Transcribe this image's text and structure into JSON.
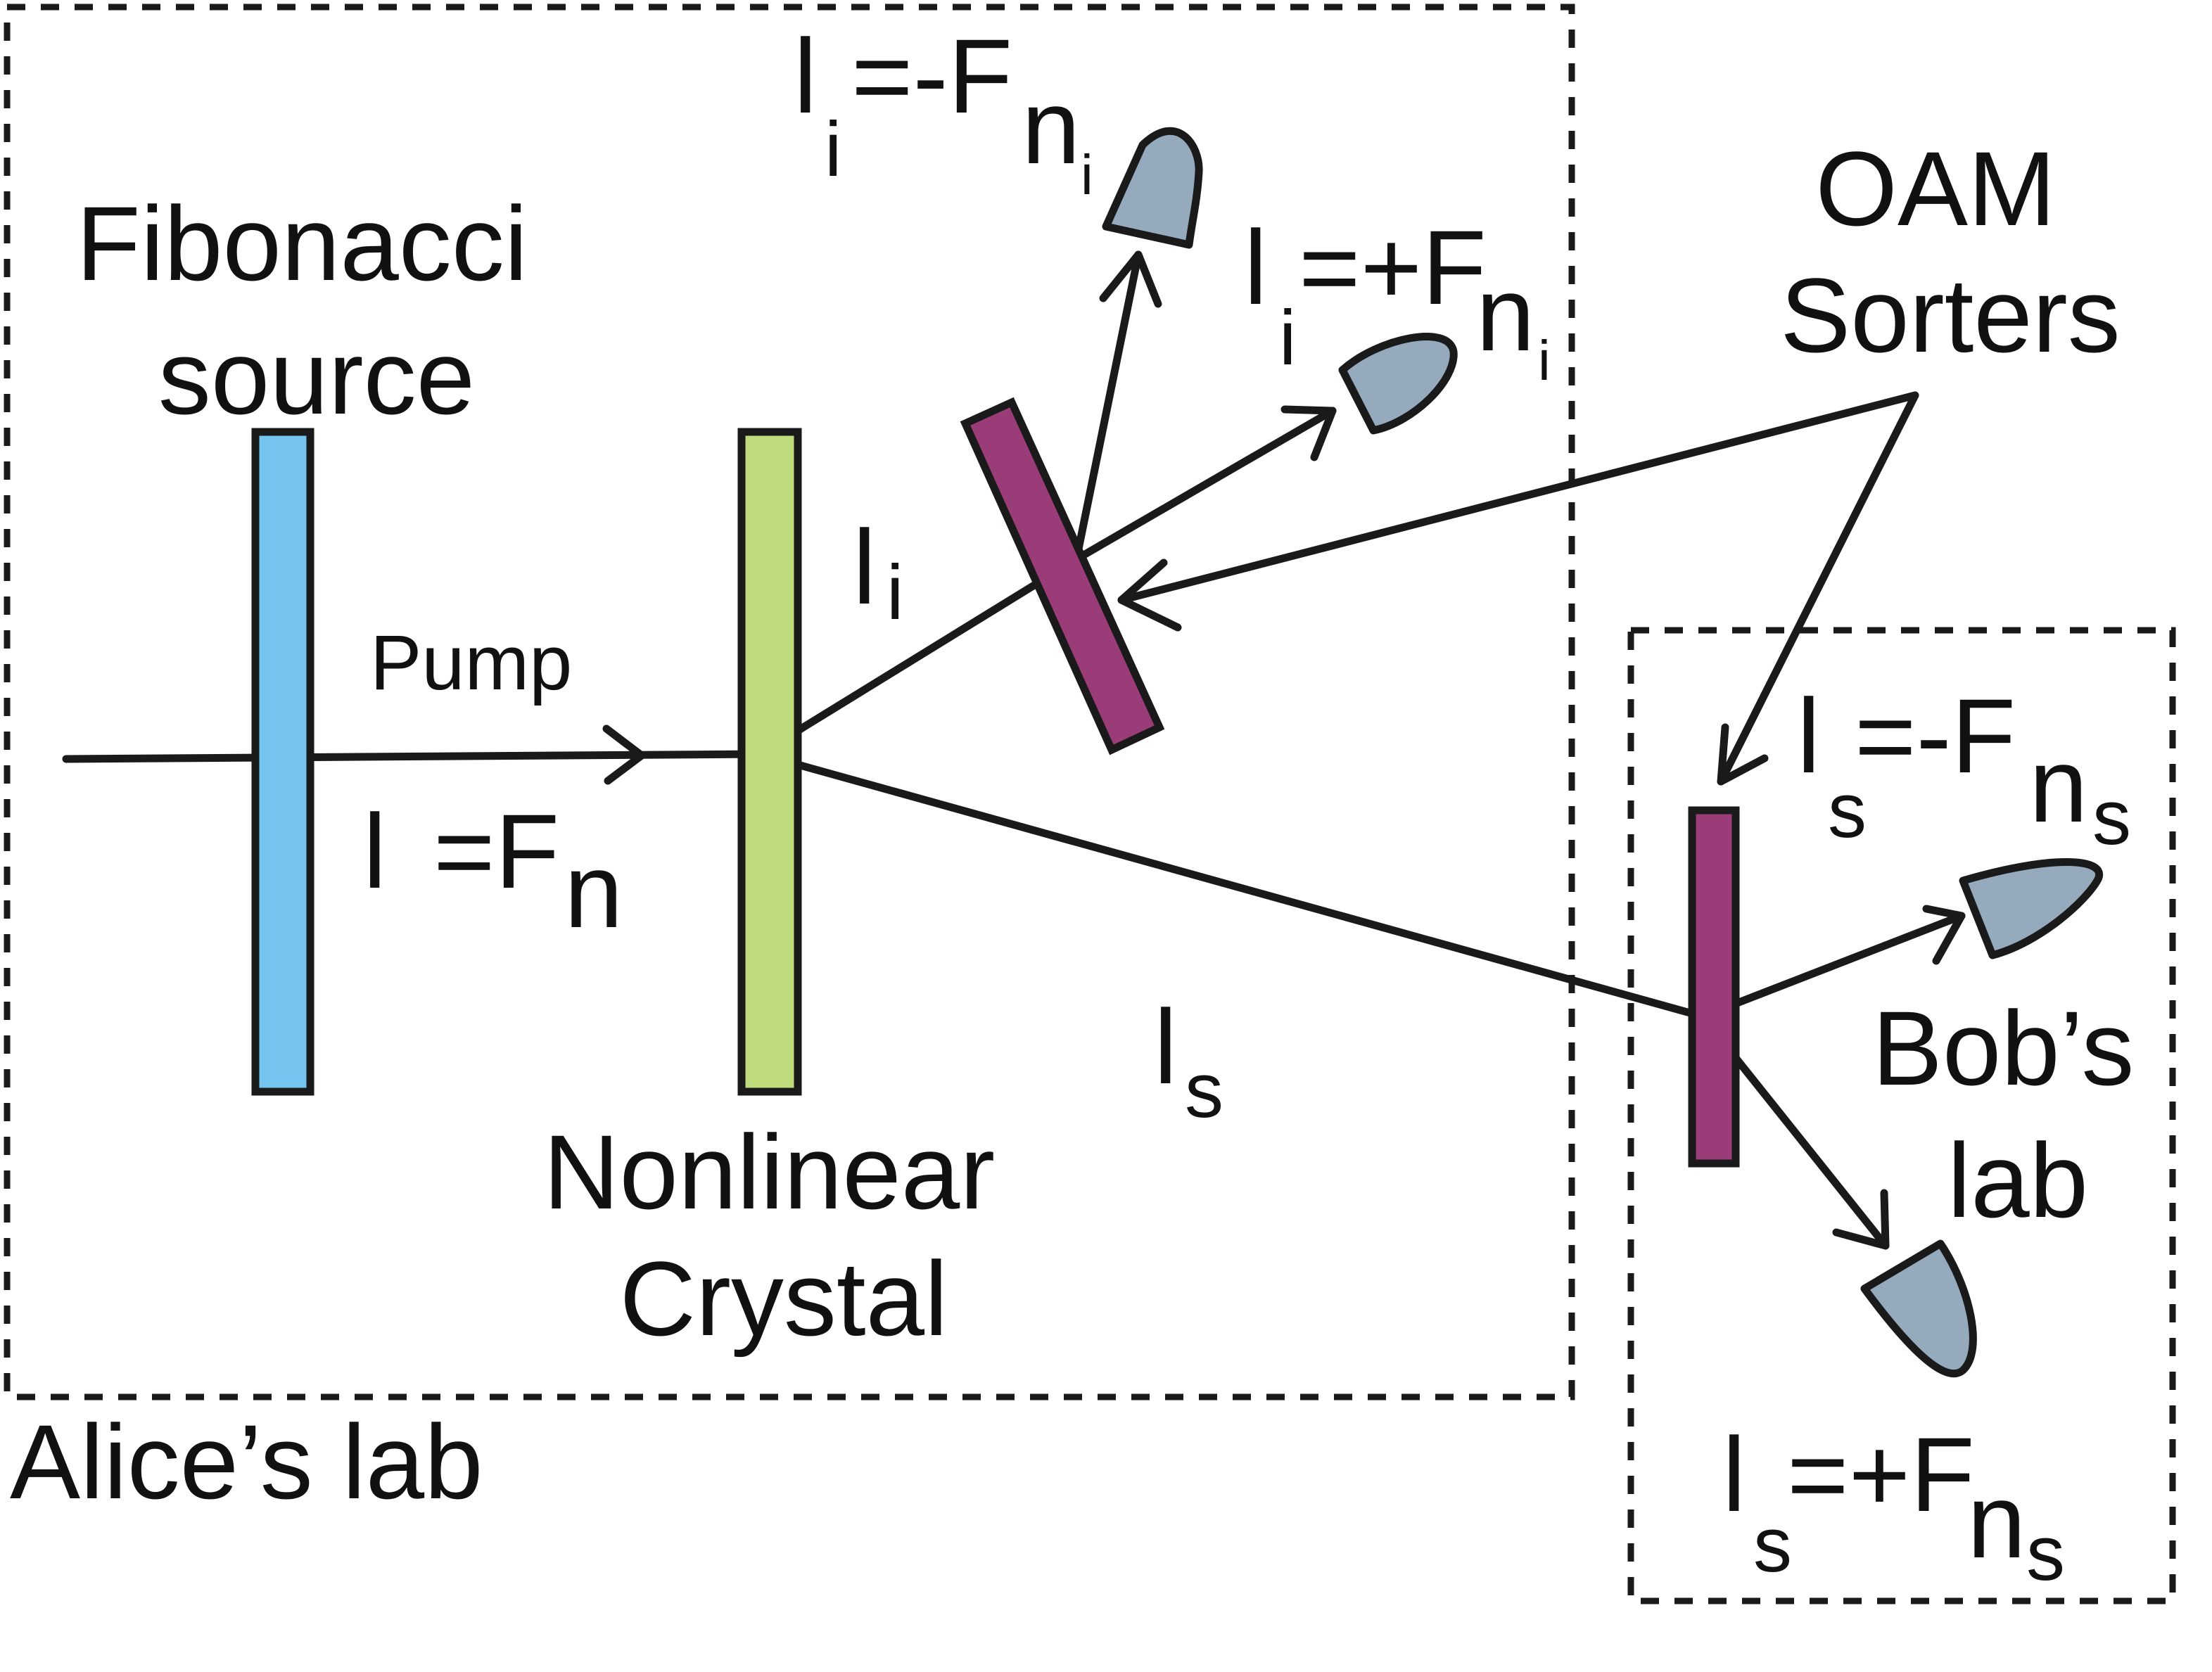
{
  "labels": {
    "fibonacci_source_line1": "Fibonacci",
    "fibonacci_source_line2": "source",
    "pump": "Pump",
    "pump_l": "l",
    "pump_eq": "=F",
    "pump_n": "n",
    "nonlinear_crystal_line1": "Nonlinear",
    "nonlinear_crystal_line2": "Crystal",
    "idler_l": "l",
    "idler_sub": "i",
    "signal_l": "l",
    "signal_sub": "s",
    "oam_sorters_line1": "OAM",
    "oam_sorters_line2": "Sorters",
    "alice_lab": "Alice’s lab",
    "bob_lab_line1": "Bob’s",
    "bob_lab_line2": "lab",
    "det_i_minus": {
      "l": "l",
      "sub": "i",
      "eq": "=-F",
      "n": "n",
      "nsub": "i"
    },
    "det_i_plus": {
      "l": "l",
      "sub": "i",
      "eq": "=+F",
      "n": "n",
      "nsub": "i"
    },
    "det_s_minus": {
      "l": "l",
      "sub": "s",
      "eq": "=-F",
      "n": "n",
      "nsub": "s"
    },
    "det_s_plus": {
      "l": "l",
      "sub": "s",
      "eq": "=+F",
      "n": "n",
      "nsub": "s"
    }
  },
  "colors": {
    "fibonacci_source": "#74c4ef",
    "nonlinear_crystal": "#bedc7c",
    "oam_sorter": "#9a3c78",
    "detector": "#95abbd",
    "stroke": "#1a1a1a"
  }
}
